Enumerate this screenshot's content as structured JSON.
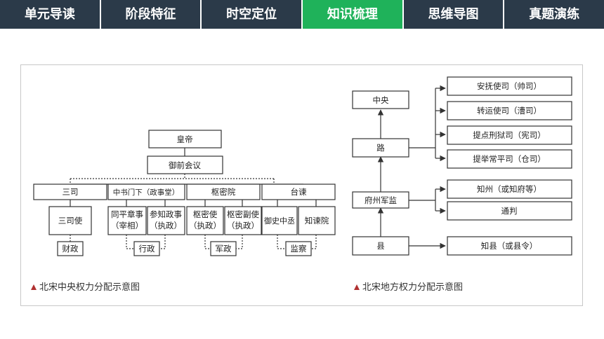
{
  "nav": {
    "tabs": [
      {
        "label": "单元导读",
        "active": false
      },
      {
        "label": "阶段特征",
        "active": false
      },
      {
        "label": "时空定位",
        "active": false
      },
      {
        "label": "知识梳理",
        "active": true
      },
      {
        "label": "思维导图",
        "active": false
      },
      {
        "label": "真题演练",
        "active": false
      }
    ],
    "accent_color": "#1fb25a",
    "bar_color": "#2b3a49"
  },
  "central": {
    "emperor": "皇帝",
    "council": "御前会议",
    "departments": {
      "sansi": "三司",
      "zhongshu": "中书门下（政事堂）",
      "shumi": "枢密院",
      "taijian": "台谏"
    },
    "officials": {
      "sansishi": "三司使",
      "tongping_1": "同平章事",
      "tongping_2": "（宰相）",
      "canzhi_1": "参知政事",
      "canzhi_2": "（执政）",
      "shumishi_1": "枢密使",
      "shumishi_2": "（执政）",
      "shumifushi_1": "枢密副使",
      "shumifushi_2": "（执政）",
      "yushi": "御史中丞",
      "zhijian": "知谏院"
    },
    "powers": {
      "finance": "财政",
      "admin": "行政",
      "military": "军政",
      "supervision": "监察"
    },
    "caption": "北宋中央权力分配示意图"
  },
  "local": {
    "center": "中央",
    "lu": "路",
    "fuzhou": "府州军监",
    "xian": "县",
    "lu_officials": [
      "安抚使司（帅司）",
      "转运使司（漕司）",
      "提点刑狱司（宪司）",
      "提举常平司（仓司）"
    ],
    "fuzhou_officials": [
      "知州（或知府等）",
      "通判"
    ],
    "xian_official": "知县（或县令）",
    "caption": "北宋地方权力分配示意图"
  }
}
